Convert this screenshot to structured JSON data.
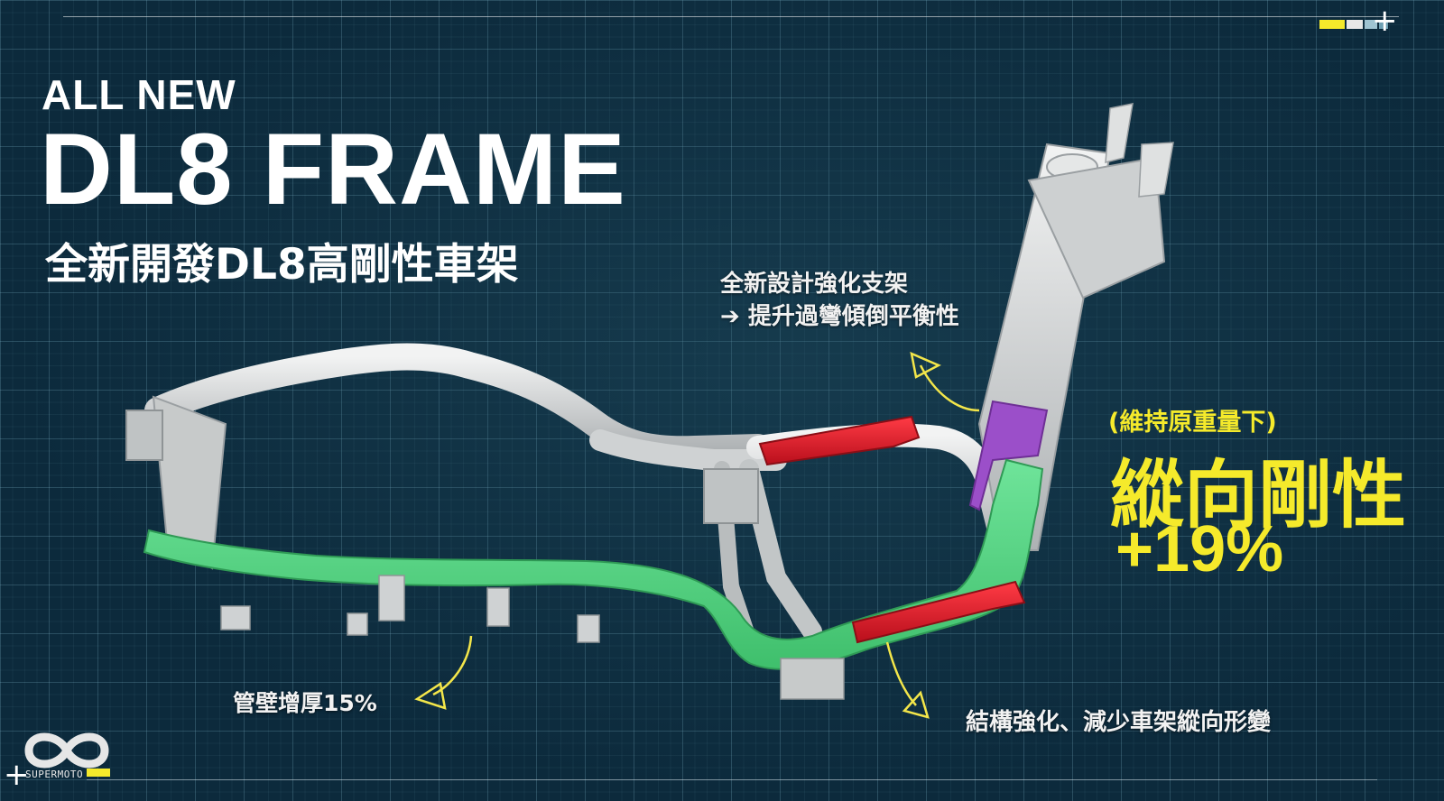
{
  "header": {
    "line1": "ALL NEW",
    "line2": "DL8 FRAME",
    "line3": "全新開發DL8高剛性車架"
  },
  "annotations": {
    "bracket_line1": "全新設計強化支架",
    "bracket_line2": "➔ 提升過彎傾倒平衡性",
    "tube_wall": "管壁增厚15%",
    "structure": "結構強化、減少車架縱向形變"
  },
  "highlight": {
    "note": "(維持原重量下)",
    "title": "縱向剛性",
    "value": "+19%"
  },
  "brand": {
    "logo_text": "SUPERMOTO"
  },
  "colors": {
    "background": "#0c2a3c",
    "frame": "#d8dadb",
    "green_section": "#4fd480",
    "red_section": "#e01e2b",
    "purple_section": "#9b4fc9",
    "highlight_text": "#f5ea2b",
    "arrow": "#f3e64a"
  }
}
